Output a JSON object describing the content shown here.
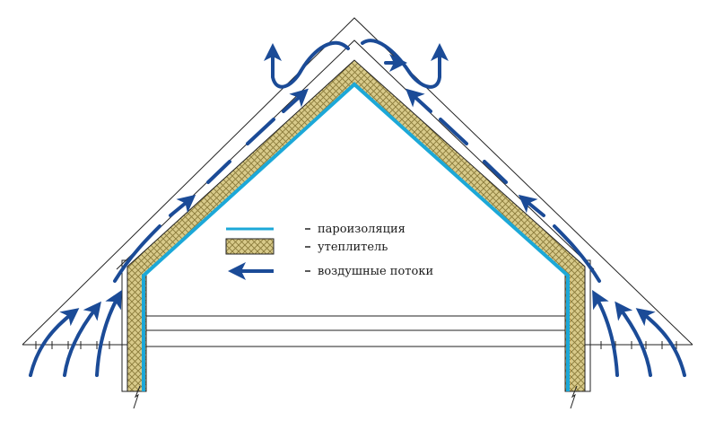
{
  "legend": {
    "items": [
      {
        "key": "vapor",
        "label": "пароизоляция"
      },
      {
        "key": "insulation",
        "label": "утеплитель"
      },
      {
        "key": "airflow",
        "label": "воздушные потоки"
      }
    ]
  },
  "colors": {
    "vapor_barrier": "#1ca8d8",
    "insulation_fill": "#d8ca8a",
    "insulation_hatch": "#8a7a3a",
    "airflow_arrow": "#1b4b97",
    "outline": "#222222"
  },
  "icons": [
    "arrow-left-icon",
    "airflow-arrow-icon"
  ]
}
